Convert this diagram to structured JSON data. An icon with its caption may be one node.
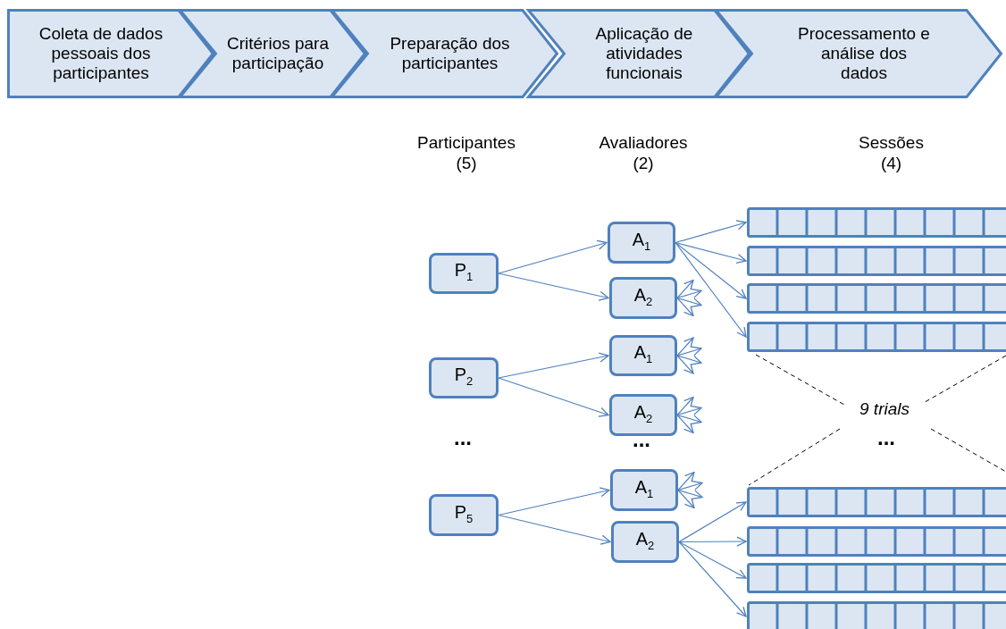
{
  "diagram": {
    "nodes": [
      {
        "text": [
          "Coleta de dados pessoais dos participantes"
        ]
      },
      {
        "text": [
          "Critérios para participação"
        ]
      },
      {
        "text": [
          "Preparação dos participantes"
        ]
      },
      {
        "text": [
          "Aplicação de atividades funcionais"
        ]
      },
      {
        "text": [
          "Processamento e análise dos dados"
        ]
      },
      {
        "text": [
          "P$_{1}$"
        ]
      },
      {
        "text": [
          "P$_{2}$"
        ]
      },
      {
        "text": [
          "P$_{5}$"
        ]
      },
      {
        "text": [
          "A$_{1}$"
        ]
      },
      {
        "text": [
          "A$_{2}$"
        ]
      },
      {
        "text": [
          "A$_{1}$"
        ]
      },
      {
        "text": [
          "A$_{2}$"
        ]
      },
      {
        "text": [
          "A$_{1}$"
        ]
      },
      {
        "text": [
          "A$_{2}$"
        ]
      },
      {
        "text": [],
        "shape": "bar"
      },
      {
        "text": [],
        "shape": "bar"
      },
      {
        "text": [],
        "shape": "bar"
      },
      {
        "text": [],
        "shape": "bar"
      },
      {
        "text": [],
        "shape": "bar"
      },
      {
        "text": [],
        "shape": "bar"
      },
      {
        "text": [],
        "shape": "bar"
      },
      {
        "text": [],
        "shape": "bar"
      }
    ],
    "edges": [
      {
        "from": 5,
        "to": 8,
        "arrow": "to"
      },
      {
        "from": 5,
        "to": 9,
        "arrow": "to"
      },
      {
        "from": 6,
        "to": 10,
        "arrow": "to"
      },
      {
        "from": 6,
        "to": 11,
        "arrow": "to"
      },
      {
        "from": 7,
        "to": 12,
        "arrow": "to"
      },
      {
        "from": 7,
        "to": 13,
        "arrow": "to"
      },
      {
        "from": 8,
        "to": 14,
        "arrow": "to"
      },
      {
        "from": 8,
        "to": 15,
        "arrow": "to"
      },
      {
        "from": 8,
        "to": 16,
        "arrow": "to"
      },
      {
        "from": 8,
        "to": 17,
        "arrow": "to"
      },
      {
        "from": 9,
        "to": null,
        "arrow": "to"
      },
      {
        "from": 9,
        "to": null,
        "arrow": "to"
      },
      {
        "from": 9,
        "to": null,
        "arrow": "to"
      },
      {
        "from": 9,
        "to": null,
        "arrow": "to"
      },
      {
        "from": 10,
        "to": null,
        "arrow": "to"
      },
      {
        "from": 10,
        "to": null,
        "arrow": "to"
      },
      {
        "from": 10,
        "to": null,
        "arrow": "to"
      },
      {
        "from": 10,
        "to": null,
        "arrow": "to"
      },
      {
        "from": 11,
        "to": null,
        "arrow": "to"
      },
      {
        "from": 11,
        "to": null,
        "arrow": "to"
      },
      {
        "from": 11,
        "to": null,
        "arrow": "to"
      },
      {
        "from": 11,
        "to": null,
        "arrow": "to"
      },
      {
        "from": 12,
        "to": null,
        "arrow": "to"
      },
      {
        "from": 12,
        "to": null,
        "arrow": "to"
      },
      {
        "from": 12,
        "to": null,
        "arrow": "to"
      },
      {
        "from": 12,
        "to": null,
        "arrow": "to"
      },
      {
        "from": 13,
        "to": 18,
        "arrow": "to"
      },
      {
        "from": 13,
        "to": 19,
        "arrow": "to"
      },
      {
        "from": 13,
        "to": 20,
        "arrow": "to"
      },
      {
        "from": 13,
        "to": 21,
        "arrow": "to"
      }
    ],
    "labels": [
      "Participantes (5)",
      "Avaliadores (2)",
      "Sessões (4)",
      "9 trials",
      "...",
      "...",
      "..."
    ]
  }
}
